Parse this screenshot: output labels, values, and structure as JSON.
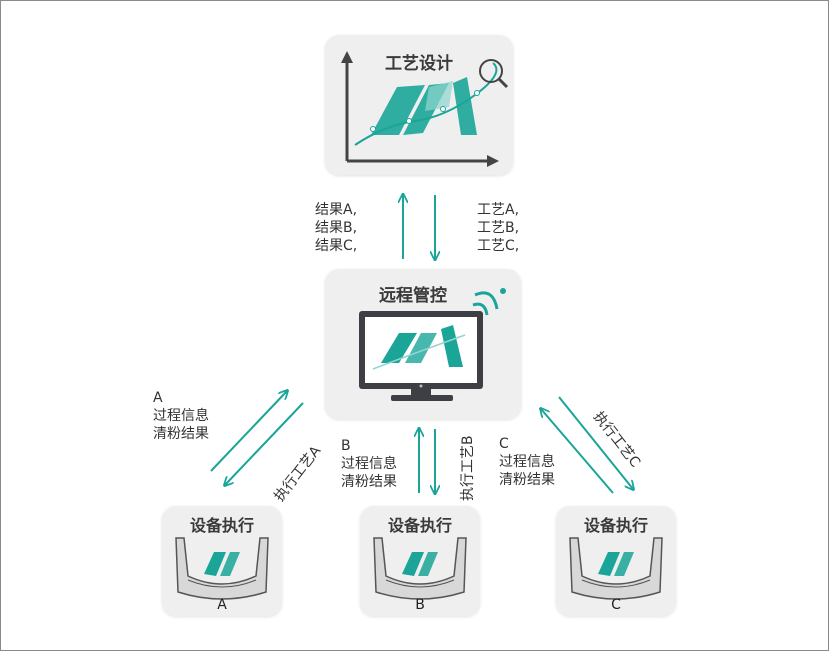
{
  "colors": {
    "teal": "#1aa598",
    "box_bg": "#efefef",
    "axis": "#444444"
  },
  "design": {
    "title": "工艺设计",
    "icon": "magnifier-icon"
  },
  "control": {
    "title": "远程管控",
    "icon": "wifi-signal-icon"
  },
  "top_left_labels": [
    "结果A,",
    "结果B,",
    "结果C,"
  ],
  "top_right_labels": [
    "工艺A,",
    "工艺B,",
    "工艺C,"
  ],
  "devices": [
    {
      "title": "设备执行",
      "letter": "A"
    },
    {
      "title": "设备执行",
      "letter": "B"
    },
    {
      "title": "设备执行",
      "letter": "C"
    }
  ],
  "left_feedback": [
    "A",
    "过程信息",
    "清粉结果"
  ],
  "mid_feedback": [
    "B",
    "过程信息",
    "清粉结果"
  ],
  "right_feedback": [
    "C",
    "过程信息",
    "清粉结果"
  ],
  "exec_labels": {
    "a": "执行工艺A",
    "b": "执行工艺B",
    "c": "执行工艺C"
  }
}
